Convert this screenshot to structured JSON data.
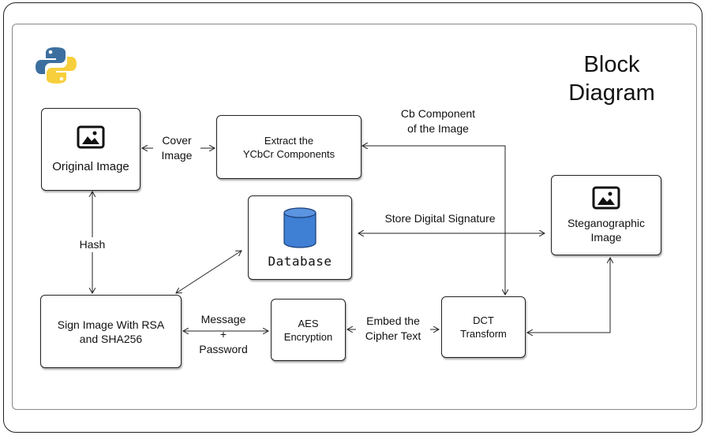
{
  "title": "Block\nDiagram",
  "colors": {
    "python_blue": "#3c6f9f",
    "python_yellow": "#f7cf3c",
    "database_blue": "#3f7fd4"
  },
  "icons": {
    "logo": "python-logo",
    "image": "image-icon",
    "database": "database-cylinder-icon"
  },
  "nodes": {
    "original_image": "Original Image",
    "extract_ycbcr": "Extract the\nYCbCr Components",
    "database": "Database",
    "steganographic_image": "Steganographic\nImage",
    "sign_image": "Sign Image With RSA\nand SHA256",
    "aes": "AES\nEncryption",
    "dct": "DCT\nTransform"
  },
  "edges": {
    "cover_image": "Cover\nImage",
    "cb_component": "Cb Component\nof the Image",
    "hash": "Hash",
    "store_signature": "Store Digital Signature",
    "message_password": "Message\n+\nPassword",
    "embed_cipher": "Embed the\nCipher Text"
  }
}
